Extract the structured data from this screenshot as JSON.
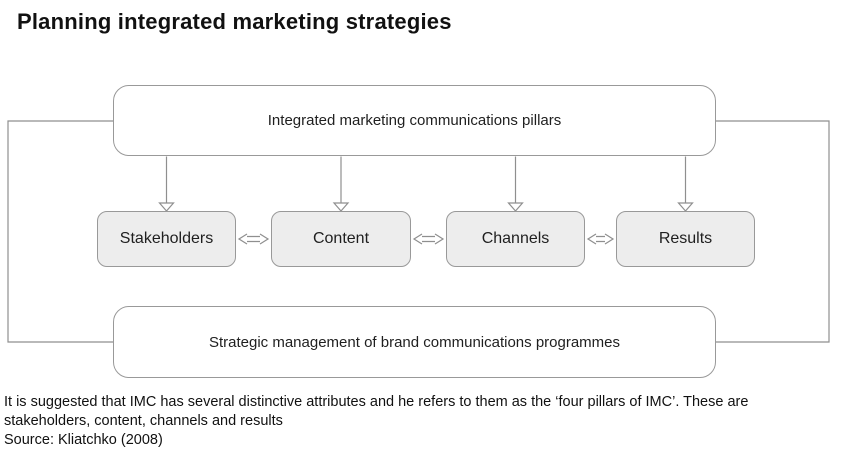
{
  "page": {
    "title": "Planning integrated marketing strategies"
  },
  "diagram": {
    "top_box": "Integrated marketing communications pillars",
    "pillars": [
      "Stakeholders",
      "Content",
      "Channels",
      "Results"
    ],
    "bottom_box": "Strategic management of brand communications programmes"
  },
  "caption": {
    "lines": [
      "It is suggested that IMC has several distinctive attributes and he refers to them as the ‘four pillars of IMC’. These are",
      "stakeholders, content, channels and results",
      "Source: Kliatchko (2008)"
    ]
  },
  "colors": {
    "border": "#999999",
    "pillar_fill": "#ededed",
    "box_fill": "#ffffff",
    "connector": "#8f8f8f",
    "text": "#1f1f1f"
  }
}
